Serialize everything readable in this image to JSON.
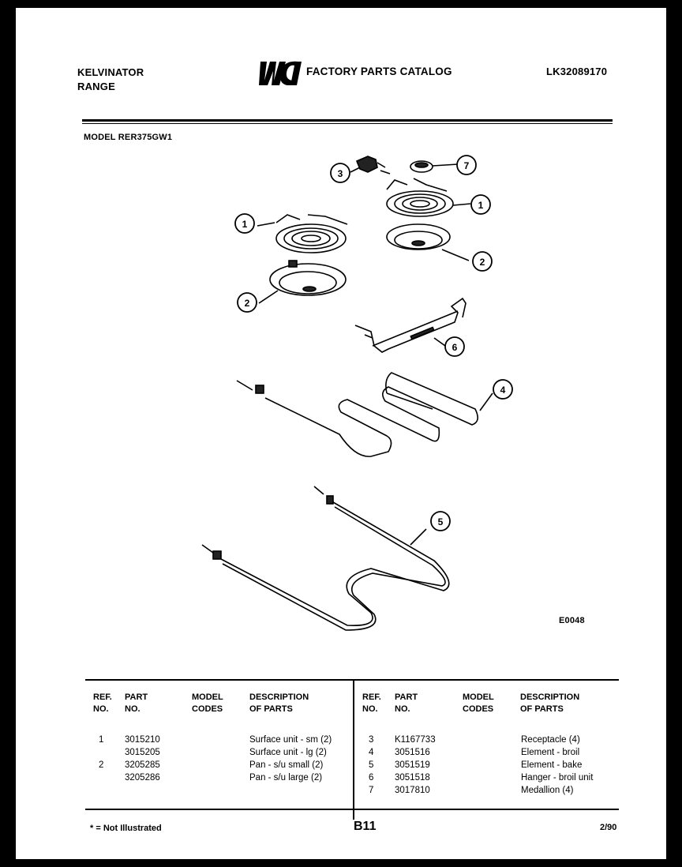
{
  "header": {
    "brand": "KELVINATOR",
    "product": "RANGE",
    "logo_text": "WCI",
    "catalog_title": "FACTORY PARTS CATALOG",
    "catalog_number": "LK32089170",
    "model_label": "MODEL RER375GW1"
  },
  "diagram": {
    "code": "E0048",
    "callouts": [
      "1",
      "1",
      "2",
      "2",
      "3",
      "4",
      "5",
      "6",
      "7"
    ]
  },
  "table": {
    "headers": {
      "ref": [
        "REF.",
        "NO."
      ],
      "part": [
        "PART",
        "NO."
      ],
      "model": [
        "MODEL",
        "CODES"
      ],
      "desc": [
        "DESCRIPTION",
        "OF PARTS"
      ]
    },
    "left_rows": [
      {
        "ref": "1",
        "part": "3015210",
        "desc": "Surface unit - sm (2)"
      },
      {
        "ref": "",
        "part": "3015205",
        "desc": "Surface unit - lg (2)"
      },
      {
        "ref": "2",
        "part": "3205285",
        "desc": "Pan - s/u small (2)"
      },
      {
        "ref": "",
        "part": "3205286",
        "desc": "Pan - s/u large (2)"
      }
    ],
    "right_rows": [
      {
        "ref": "3",
        "part": "K1167733",
        "desc": "Receptacle (4)"
      },
      {
        "ref": "4",
        "part": "3051516",
        "desc": "Element - broil"
      },
      {
        "ref": "5",
        "part": "3051519",
        "desc": "Element - bake"
      },
      {
        "ref": "6",
        "part": "3051518",
        "desc": "Hanger - broil unit"
      },
      {
        "ref": "7",
        "part": "3017810",
        "desc": "Medallion (4)"
      }
    ]
  },
  "footer": {
    "note": "* = Not Illustrated",
    "page": "B11",
    "date": "2/90"
  }
}
